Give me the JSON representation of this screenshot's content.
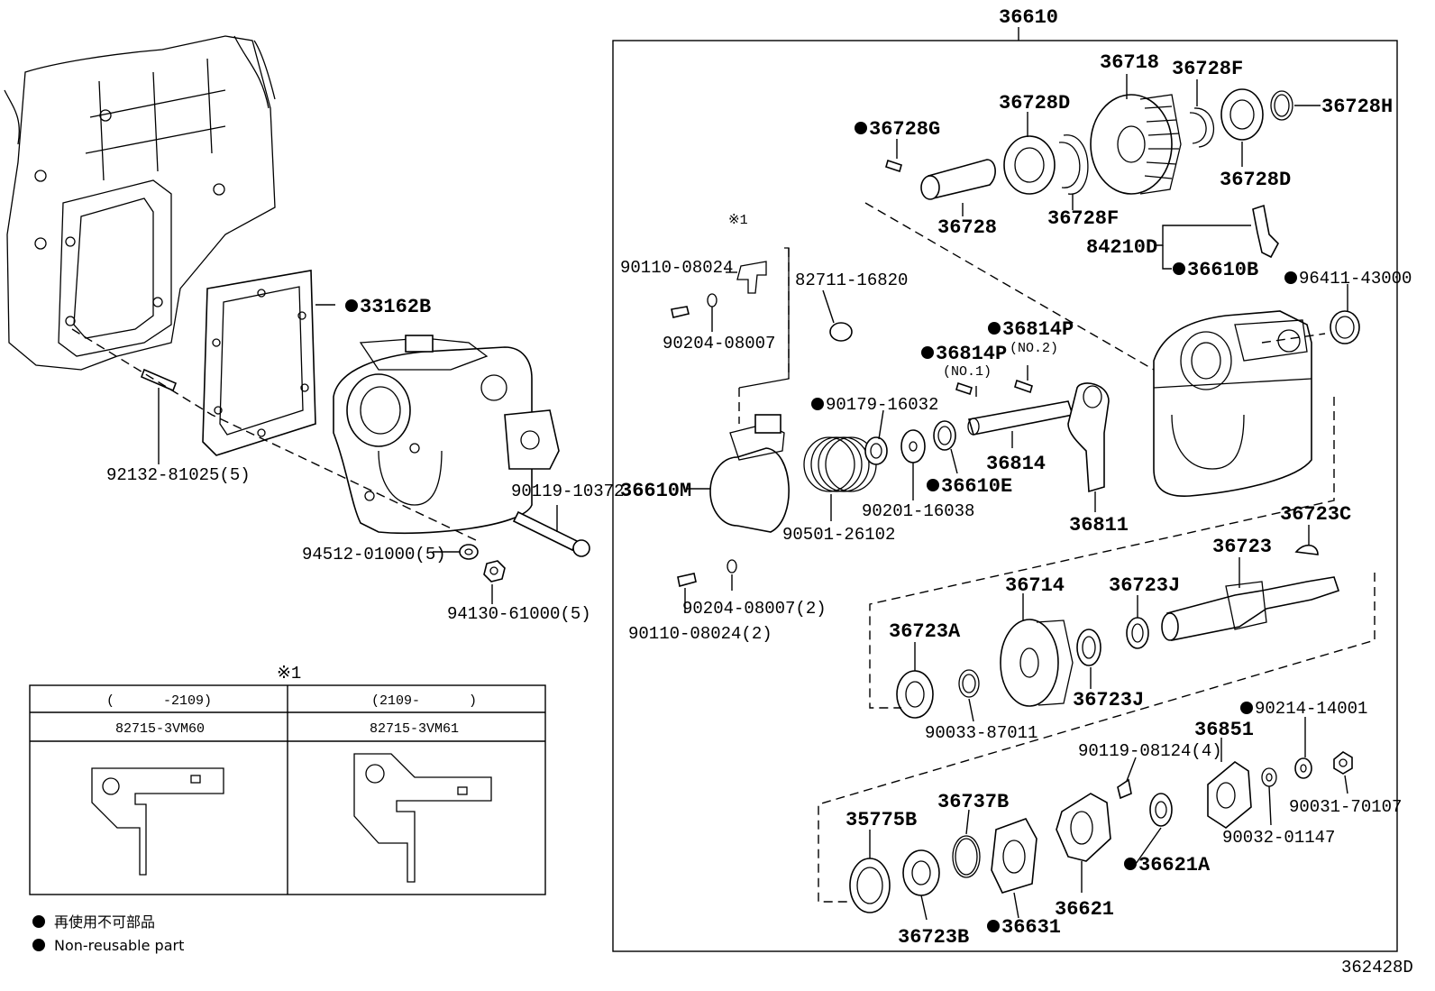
{
  "assembly_label": "36610",
  "figure_id": "362428D",
  "parts": {
    "p36718": "36718",
    "p36728F_top": "36728F",
    "p36728D_top": "36728D",
    "p36728H": "36728H",
    "p36728G": "36728G",
    "p36728D_right": "36728D",
    "p36728": "36728",
    "p36728F_bottom": "36728F",
    "p84210D": "84210D",
    "p36610B": "36610B",
    "p96411": "96411-43000",
    "p82711": "82711-16820",
    "p90110a": "90110-08024",
    "p90204a": "90204-08007",
    "p36814P_no2": "36814P",
    "no2": "(NO.2)",
    "p36814P_no1": "36814P",
    "no1": "(NO.1)",
    "p90179": "90179-16032",
    "p36814": "36814",
    "p36610E": "36610E",
    "p90201": "90201-16038",
    "p36811": "36811",
    "p36610M": "36610M",
    "p90501": "90501-26102",
    "p36723C": "36723C",
    "p36723": "36723",
    "p90110b": "90110-08024(2)",
    "p90204b": "90204-08007(2)",
    "p36714": "36714",
    "p36723J_top": "36723J",
    "p36723A": "36723A",
    "p36723J_bot": "36723J",
    "p90033": "90033-87011",
    "p90214": "90214-14001",
    "p36851": "36851",
    "p90119b": "90119-08124(4)",
    "p90031": "90031-70107",
    "p90032": "90032-01147",
    "p36737B": "36737B",
    "p35775B": "35775B",
    "p36621A": "36621A",
    "p36621": "36621",
    "p36631": "36631",
    "p36723B": "36723B",
    "p33162B": "33162B",
    "p92132": "92132-81025(5)",
    "p90119a": "90119-10372",
    "p94512": "94512-01000(5)",
    "p94130": "94130-61000(5)"
  },
  "inset": {
    "mark": "※1",
    "mark_small": "※1",
    "col1_range": "(      -2109)",
    "col2_range": "(2109-      )",
    "col1_part": "82715-3VM60",
    "col2_part": "82715-3VM61"
  },
  "legend": {
    "jp": "再使用不可部品",
    "en": "Non-reusable part"
  }
}
